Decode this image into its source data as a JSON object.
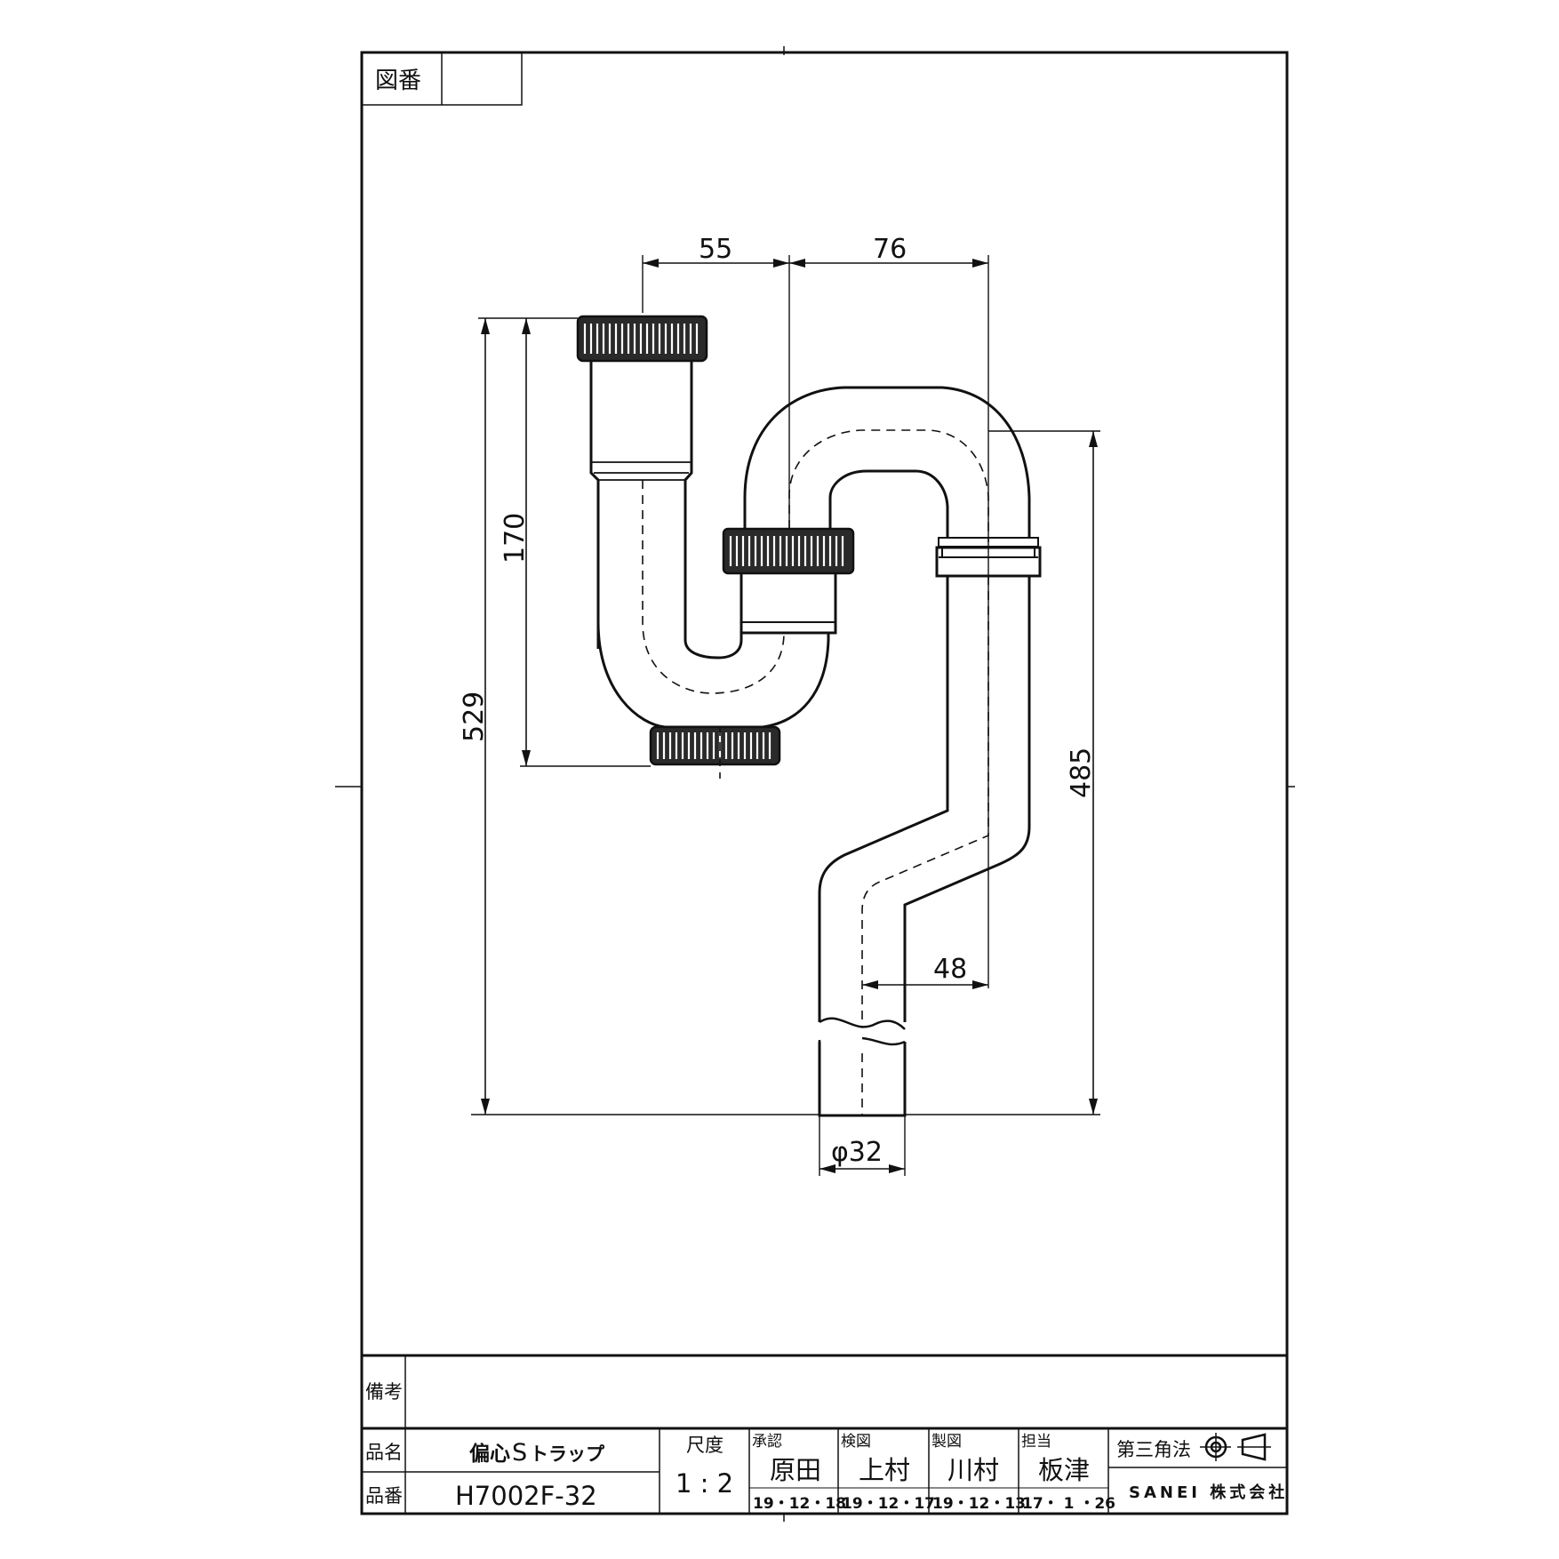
{
  "frame": {
    "figure_no_label": "図番",
    "figure_no_value": ""
  },
  "dimensions": {
    "d55": "55",
    "d76": "76",
    "d170": "170",
    "d529": "529",
    "d485": "485",
    "d48": "48",
    "d32": "φ32"
  },
  "title_block": {
    "remarks_label": "備考",
    "remarks_value": "",
    "name_label": "品名",
    "name_value_prefix": "偏心",
    "name_value_s": "S",
    "name_value_suffix": "トラップ",
    "partno_label": "品番",
    "partno_value": "H7002F-32",
    "scale_label": "尺度",
    "scale_value": "1 : 2",
    "approval_label": "承認",
    "approval_name": "原田",
    "approval_date": "19・12・18",
    "inspect_label": "検図",
    "inspect_name": "上村",
    "inspect_date": "19・12・17",
    "draw_label": "製図",
    "draw_name": "川村",
    "draw_date": "19・12・13",
    "charge_label": "担当",
    "charge_name": "板津",
    "charge_date": "17・ 1 ・26",
    "projection_label": "第三角法",
    "company": "SANEI 株式会社"
  }
}
